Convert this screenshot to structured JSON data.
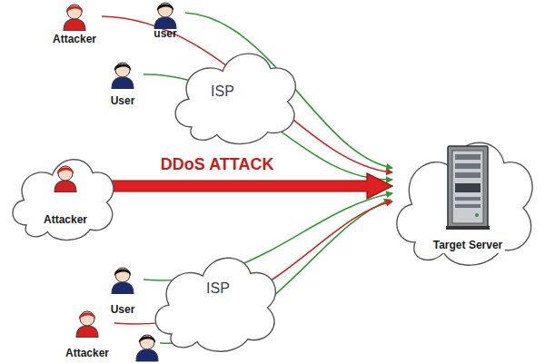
{
  "diagram": {
    "nodes": [
      {
        "text": [
          "Attacker"
        ]
      },
      {
        "text": [
          "user"
        ]
      },
      {
        "text": [
          "ISP"
        ]
      },
      {
        "text": [
          "User"
        ]
      },
      {
        "text": [
          "Attacker"
        ]
      },
      {
        "text": [
          "Target Server"
        ]
      },
      {
        "text": [
          "ISP"
        ]
      },
      {
        "text": [
          "User"
        ]
      },
      {
        "text": [
          "Attacker"
        ]
      }
    ],
    "edges": [
      {
        "from": 0,
        "to": 5,
        "arrow": "to"
      },
      {
        "from": 1,
        "to": 5,
        "arrow": "to"
      },
      {
        "from": 3,
        "to": 5,
        "arrow": "to"
      },
      {
        "from": 4,
        "to": 5,
        "label": "DDoS ATTACK",
        "arrow": "to"
      },
      {
        "from": 7,
        "to": 5,
        "arrow": "to"
      },
      {
        "from": 8,
        "to": 5,
        "arrow": "to"
      }
    ]
  }
}
